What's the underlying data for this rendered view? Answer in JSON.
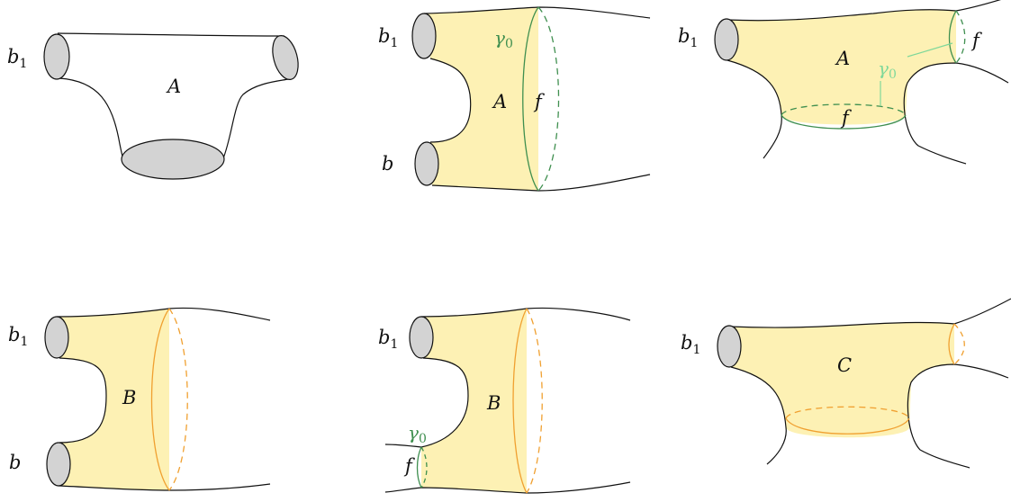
{
  "colors": {
    "fill": "#fdf1b4",
    "disk": "#d3d3d3",
    "green": "#3f8f4f",
    "light_green": "#7fd89a",
    "orange": "#f0a030",
    "stroke": "#111111"
  },
  "panels": {
    "p1": {
      "b1": "b",
      "b1_sub": "1",
      "A": "A"
    },
    "p2": {
      "b1": "b",
      "b1_sub": "1",
      "b": "b",
      "A": "A",
      "f": "f",
      "gamma": "γ",
      "gamma_sub": "0"
    },
    "p3": {
      "b1": "b",
      "b1_sub": "1",
      "A": "A",
      "f_right": "f",
      "f_bottom": "f",
      "gamma": "γ",
      "gamma_sub": "0"
    },
    "p4": {
      "b1": "b",
      "b1_sub": "1",
      "b": "b",
      "B": "B"
    },
    "p5": {
      "b1": "b",
      "b1_sub": "1",
      "B": "B",
      "f": "f",
      "gamma": "γ",
      "gamma_sub": "0"
    },
    "p6": {
      "b1": "b",
      "b1_sub": "1",
      "C": "C"
    }
  }
}
